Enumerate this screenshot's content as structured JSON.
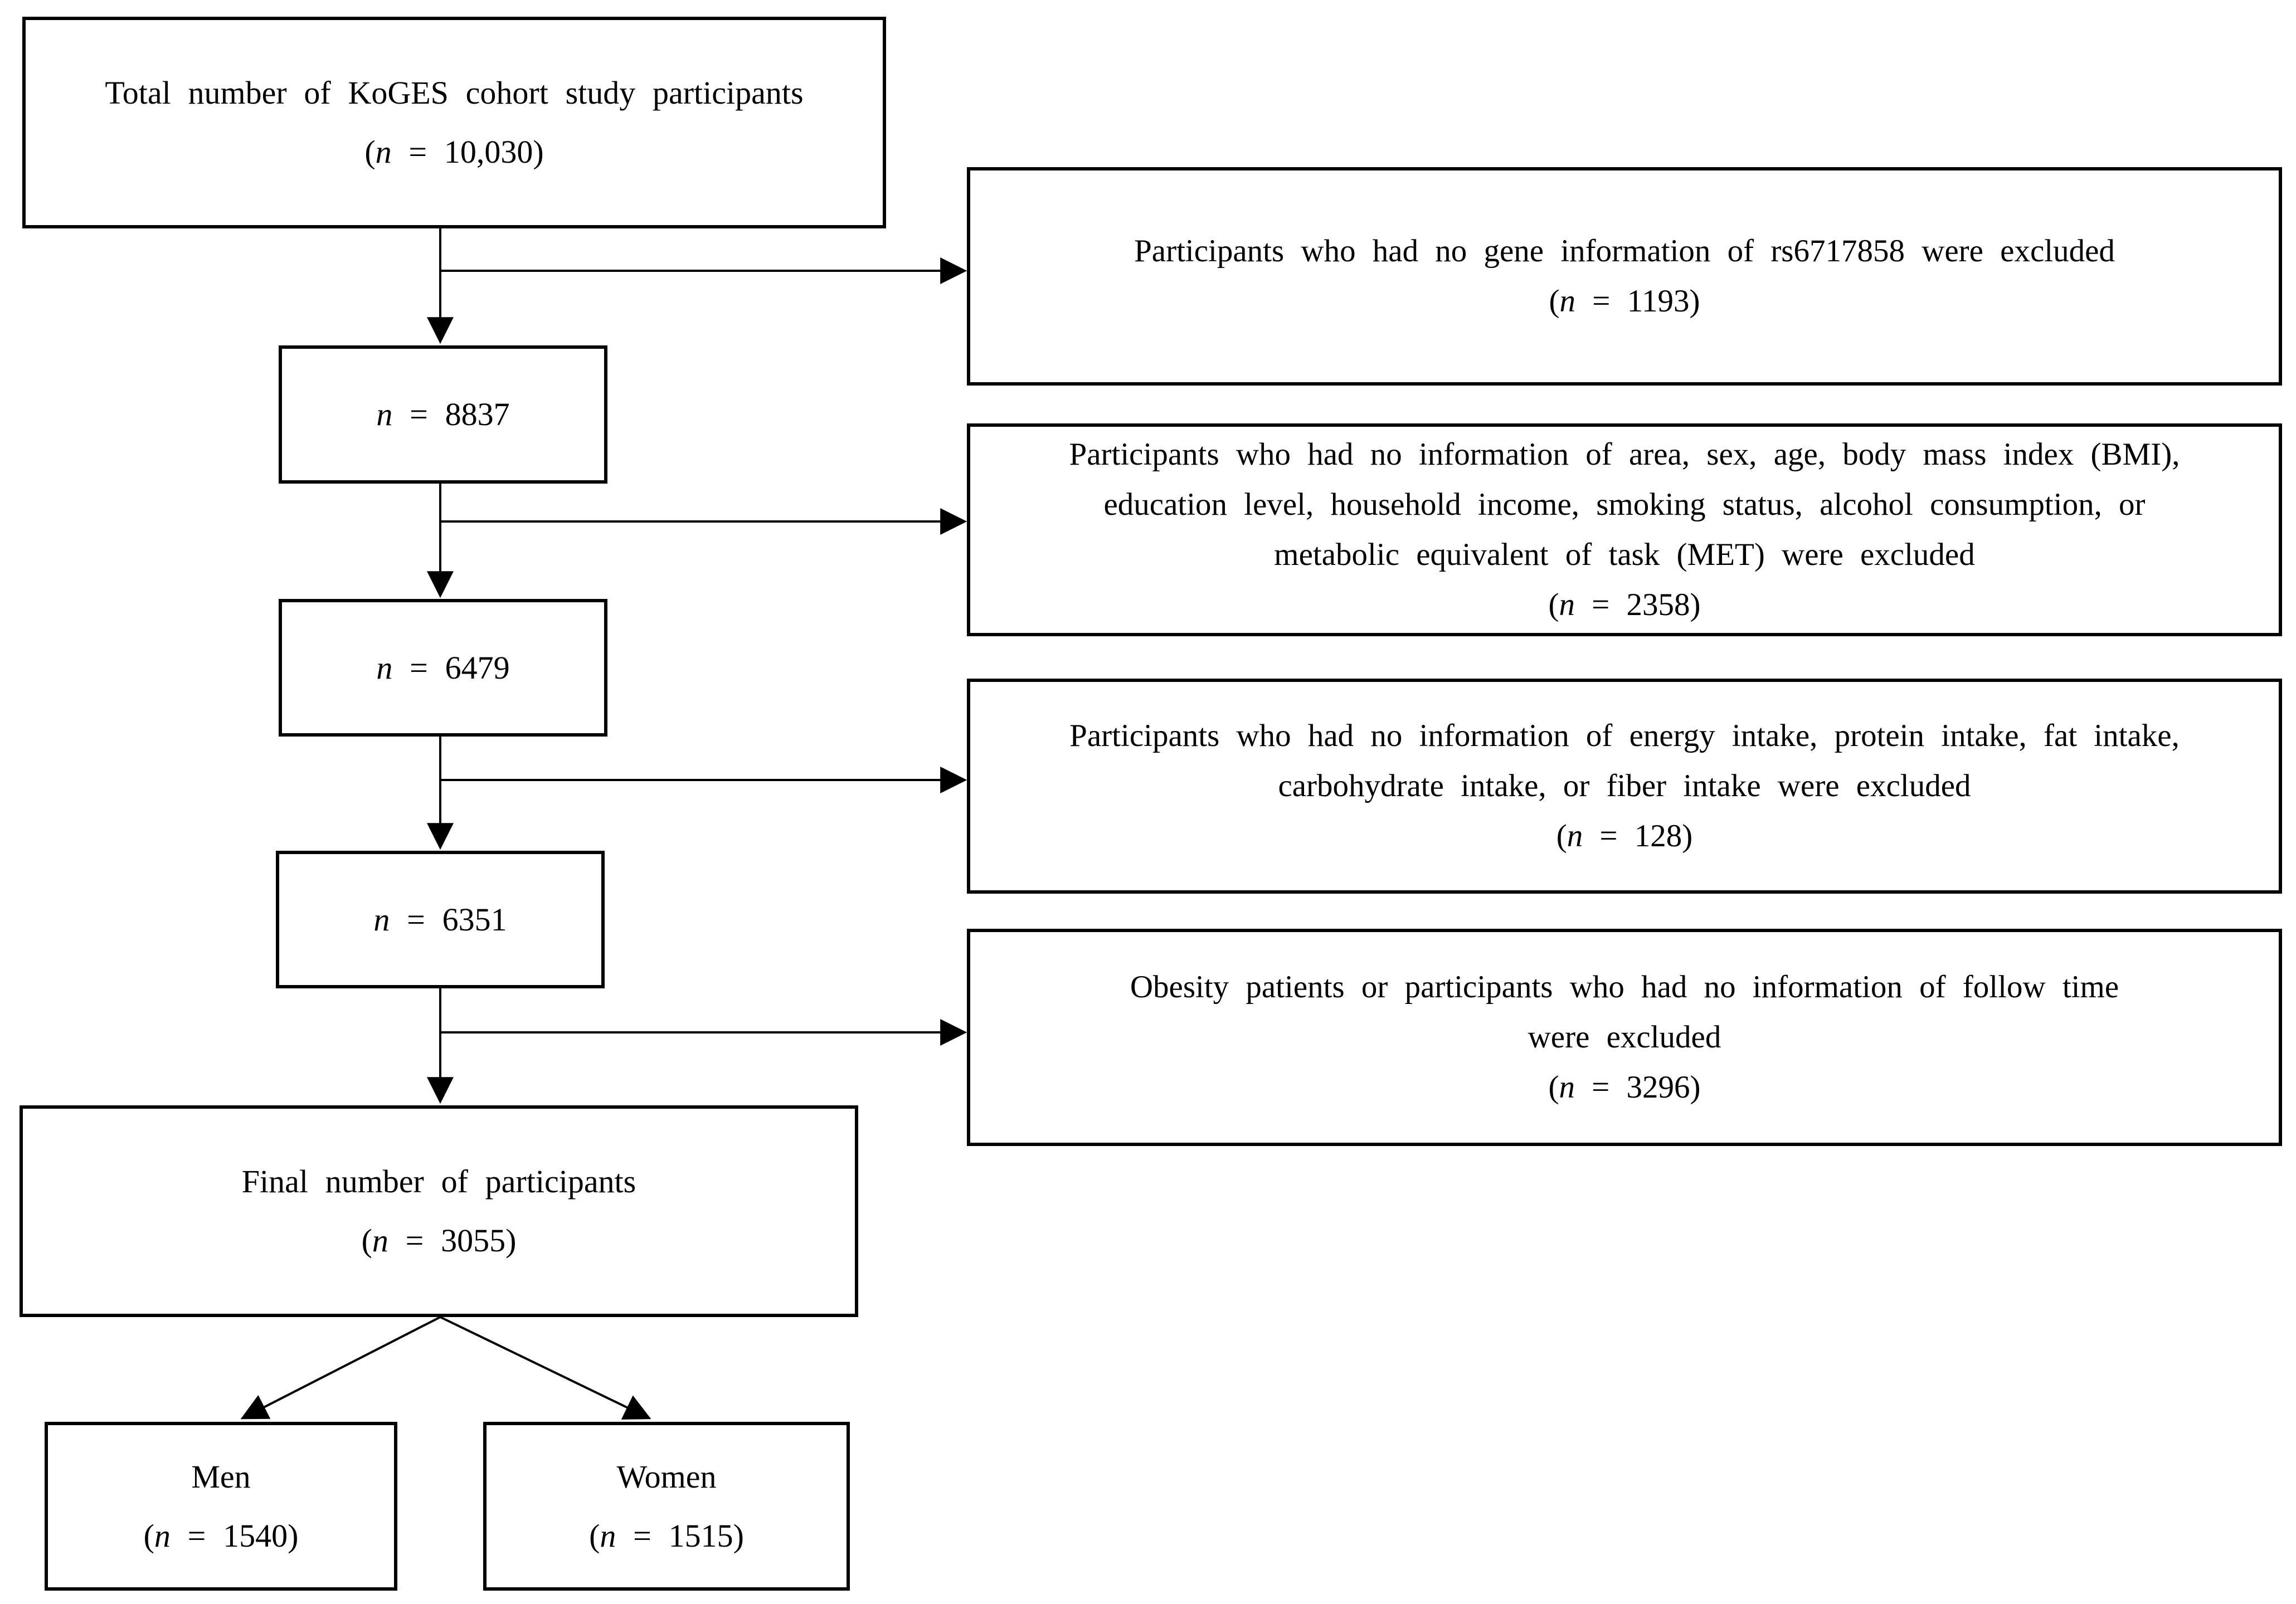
{
  "diagram": {
    "title_hint": "KoGES cohort study participant flow diagram",
    "colors": {
      "background": "#ffffff",
      "line": "#000000",
      "box_border": "#000000",
      "text": "#000000"
    },
    "total": {
      "text": "Total number of KoGES cohort study participants",
      "n_open": "(",
      "n_var": "n",
      "n_rest": " = 10,030)"
    },
    "steps": [
      {
        "n_var": "n",
        "n_rest": " = 8837"
      },
      {
        "n_var": "n",
        "n_rest": " = 6479"
      },
      {
        "n_var": "n",
        "n_rest": " = 6351"
      }
    ],
    "final": {
      "text": "Final number of participants",
      "n_open": "(",
      "n_var": "n",
      "n_rest": " = 3055)"
    },
    "men": {
      "text": "Men",
      "n_open": "(",
      "n_var": "n",
      "n_rest": " = 1540)"
    },
    "women": {
      "text": "Women",
      "n_open": "(",
      "n_var": "n",
      "n_rest": " = 1515)"
    },
    "exclusions": [
      {
        "lines": [
          "Participants who had no gene information of rs6717858 were excluded"
        ],
        "n_open": "(",
        "n_var": "n",
        "n_rest": " = 1193)"
      },
      {
        "lines": [
          "Participants who had no information of area, sex, age, body mass index (BMI),",
          "education level, household income, smoking status, alcohol consumption, or",
          "metabolic equivalent of task (MET) were excluded"
        ],
        "n_open": "(",
        "n_var": "n",
        "n_rest": " = 2358)"
      },
      {
        "lines": [
          "Participants who had no information of energy intake, protein intake, fat intake,",
          "carbohydrate intake, or fiber intake were excluded"
        ],
        "n_open": "(",
        "n_var": "n",
        "n_rest": " = 128)"
      },
      {
        "lines": [
          "Obesity patients or participants who had no information of follow time",
          "were excluded"
        ],
        "n_open": "(",
        "n_var": "n",
        "n_rest": " = 3296)"
      }
    ]
  }
}
